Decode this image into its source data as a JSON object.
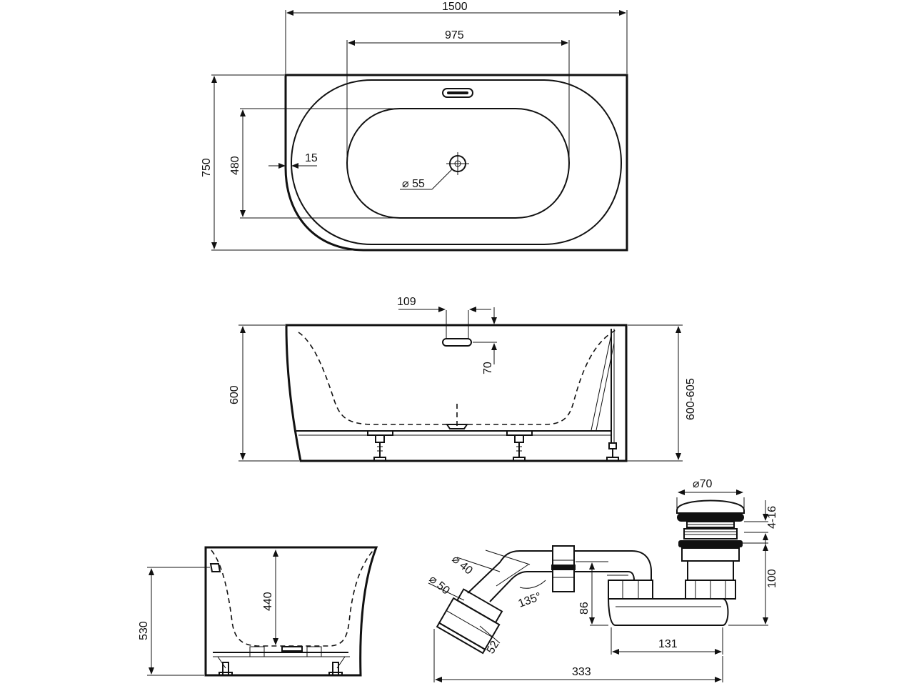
{
  "top_view": {
    "overall_length": "1500",
    "inner_length": "975",
    "overall_width": "750",
    "inner_width": "480",
    "rim_offset": "15",
    "drain_diameter": "⌀ 55"
  },
  "front_view": {
    "overflow_offset": "109",
    "overflow_height": "70",
    "height": "600",
    "height_adjustable": "600-605"
  },
  "side_view": {
    "height": "530",
    "inner_depth": "440"
  },
  "drain_kit": {
    "plug_diameter": "⌀70",
    "plug_lift": "4-16",
    "drain_height": "100",
    "pipe_diameter": "⌀ 40",
    "outlet_diameter": "⌀ 50",
    "elbow_angle": "135°",
    "trap_height": "86",
    "outlet_length": "52",
    "trap_width": "131",
    "total_length": "333"
  }
}
